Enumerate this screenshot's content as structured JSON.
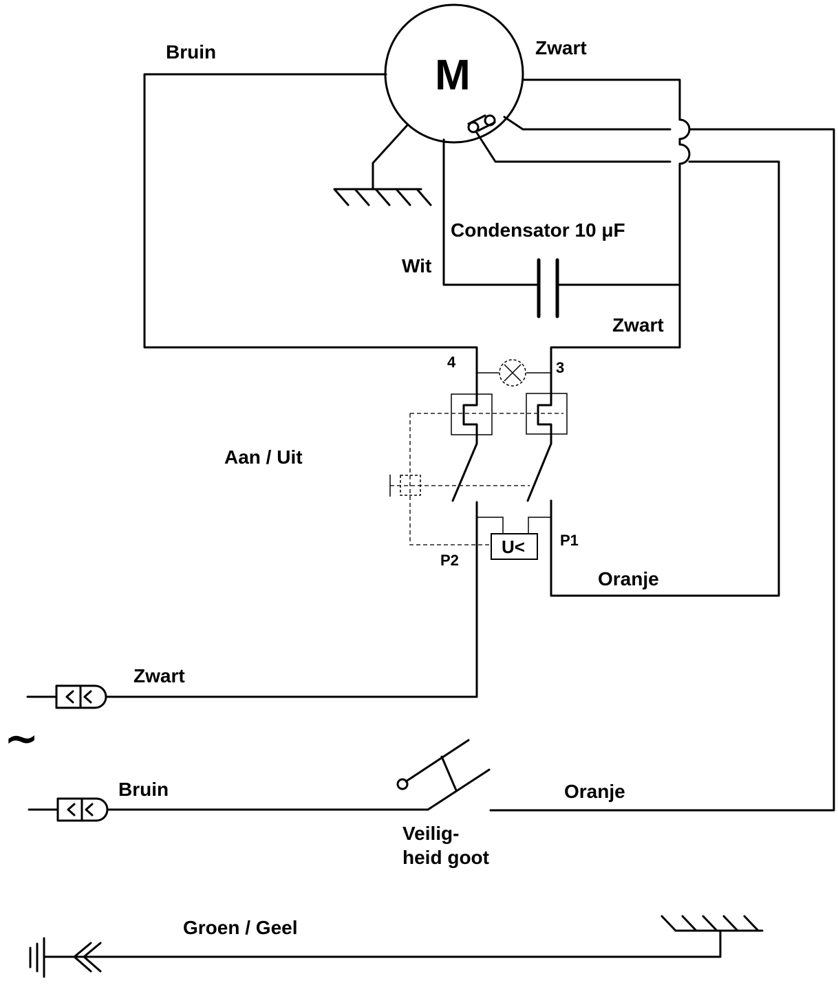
{
  "motor": {
    "label": "M"
  },
  "wires": {
    "motor_left": "Bruin",
    "motor_top_right": "Zwart",
    "capacitor_left": "Wit",
    "capacitor_right": "Zwart",
    "switch_right_out": "Oranje",
    "plug_top": "Zwart",
    "plug_bottom": "Bruin",
    "safety_right": "Oranje",
    "earth": "Groen / Geel"
  },
  "capacitor": {
    "label": "Condensator 10 μF"
  },
  "switch": {
    "label": "Aan / Uit",
    "terminal_left": "4",
    "terminal_right": "3",
    "undervoltage": "U<",
    "p1": "P1",
    "p2": "P2"
  },
  "safety_switch": {
    "line1": "Veilig-",
    "line2": "heid goot"
  },
  "supply": {
    "symbol": "~"
  }
}
